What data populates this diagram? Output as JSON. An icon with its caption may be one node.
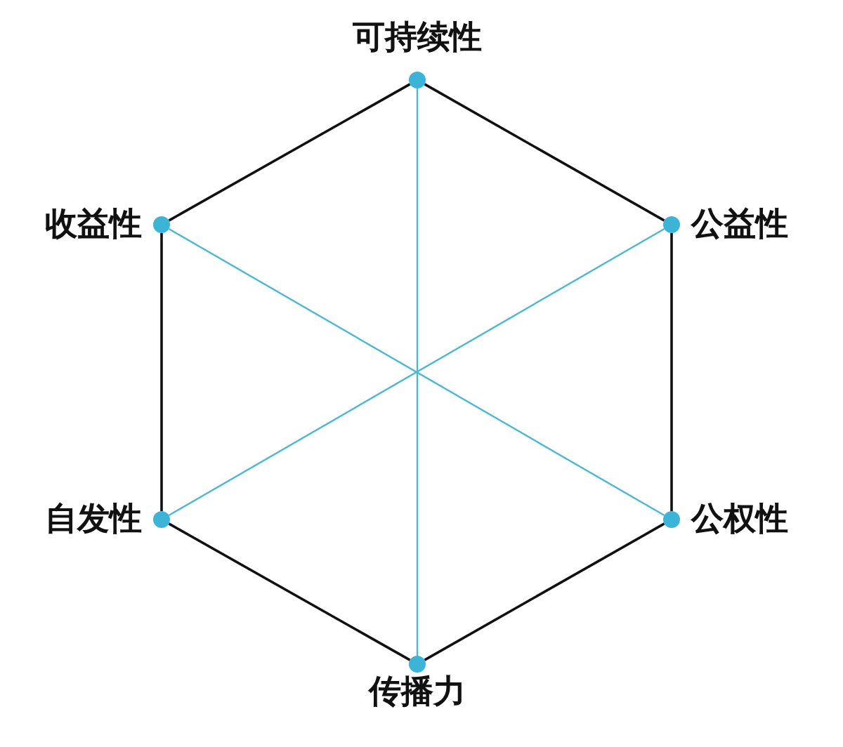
{
  "diagram": {
    "nodes": [
      {
        "text": [],
        "shape": "circle",
        "beside": [
          "可持续性"
        ]
      },
      {
        "text": [],
        "shape": "circle",
        "beside": [
          "收益性"
        ]
      },
      {
        "text": [],
        "shape": "circle",
        "beside": [
          "公益性"
        ]
      },
      {
        "text": [],
        "shape": "circle",
        "beside": [
          "自发性"
        ]
      },
      {
        "text": [],
        "shape": "circle",
        "beside": [
          "公权性"
        ]
      },
      {
        "text": [],
        "shape": "circle",
        "beside": [
          "传播力"
        ]
      }
    ],
    "edges": [
      {
        "from": 0,
        "to": 2,
        "arrow": "none"
      },
      {
        "from": 2,
        "to": 4,
        "arrow": "none"
      },
      {
        "from": 4,
        "to": 5,
        "arrow": "none"
      },
      {
        "from": 5,
        "to": 3,
        "arrow": "none"
      },
      {
        "from": 3,
        "to": 1,
        "arrow": "none"
      },
      {
        "from": 1,
        "to": 0,
        "arrow": "none"
      },
      {
        "from": 0,
        "to": 5,
        "arrow": "none",
        "color": "#4ab8d4"
      },
      {
        "from": 1,
        "to": 4,
        "arrow": "none",
        "color": "#4ab8d4"
      },
      {
        "from": 2,
        "to": 3,
        "arrow": "none",
        "color": "#4ab8d4"
      }
    ]
  }
}
